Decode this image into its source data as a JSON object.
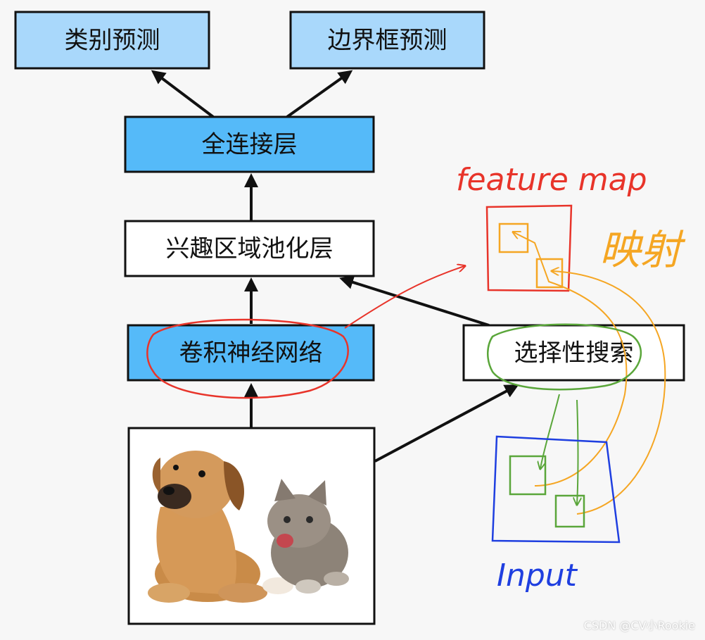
{
  "boxes": {
    "class_pred": "类别预测",
    "bbox_pred": "边界框预测",
    "fc": "全连接层",
    "roi_pool": "兴趣区域池化层",
    "cnn": "卷积神经网络",
    "selective_search": "选择性搜索"
  },
  "annotations": {
    "feature_map": "feature map",
    "mapping": "映射",
    "input": "Input"
  },
  "watermark": "CSDN @CV小Rookie",
  "colors": {
    "light_blue": "#a9d8fb",
    "blue": "#55baf9",
    "red": "#e8342a",
    "orange": "#f5a623",
    "green": "#5aa63a",
    "dark_blue": "#1f3fe0"
  }
}
